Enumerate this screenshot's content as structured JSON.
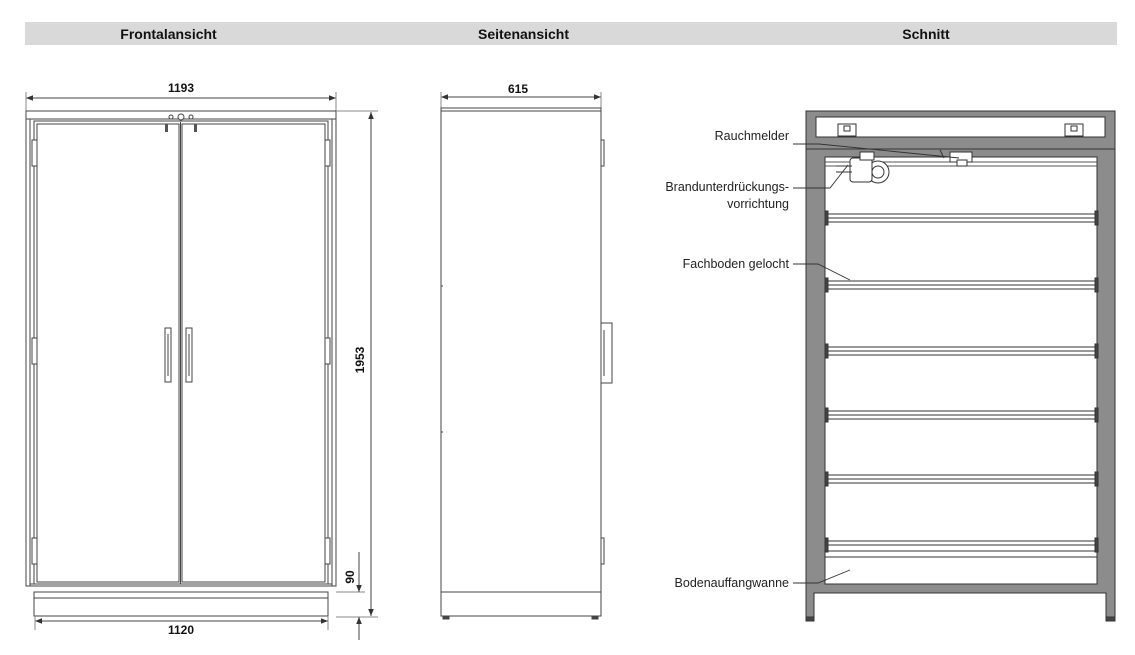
{
  "headers": {
    "front": "Frontalansicht",
    "side": "Seitenansicht",
    "section": "Schnitt"
  },
  "dimensions": {
    "front_width": "1193",
    "front_base_width": "1120",
    "height": "1953",
    "base_height": "90",
    "side_depth": "615"
  },
  "labels": {
    "smoke_detector": "Rauchmelder",
    "suppression_line1": "Brandunterdrückungs-",
    "suppression_line2": "vorrichtung",
    "shelf": "Fachboden gelocht",
    "sump": "Bodenauffangwanne"
  },
  "colors": {
    "frame": "#8c8c8c",
    "line": "#444444",
    "header_bg": "#d9d9d9"
  }
}
